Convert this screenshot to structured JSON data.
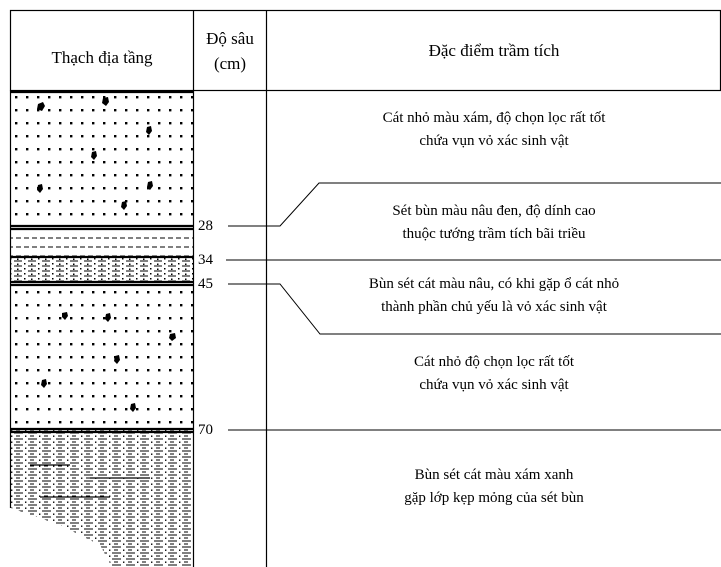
{
  "headers": {
    "lithology": "Thạch địa tầng",
    "depth_line1": "Độ sâu",
    "depth_line2": "(cm)",
    "features": "Đặc điểm trầm tích"
  },
  "depth_marks": [
    "28",
    "34",
    "45",
    "70"
  ],
  "layers": [
    {
      "line1": "Cát nhỏ màu xám, độ chọn lọc rất tốt",
      "line2": "chứa vụn vỏ xác sinh vật"
    },
    {
      "line1": "Sét bùn màu nâu đen, độ dính cao",
      "line2": "thuộc tướng trầm tích bãi triều"
    },
    {
      "line1": "Bùn sét cát màu nâu, có khi gặp ổ cát nhỏ",
      "line2": "thành phần chủ yếu là vỏ xác sinh vật"
    },
    {
      "line1": "Cát nhỏ  độ chọn lọc rất tốt",
      "line2": "chứa vụn vỏ xác sinh vật"
    },
    {
      "line1": "Bùn sét cát màu xám xanh",
      "line2": "gặp lớp kẹp mỏng của sét bùn"
    }
  ]
}
